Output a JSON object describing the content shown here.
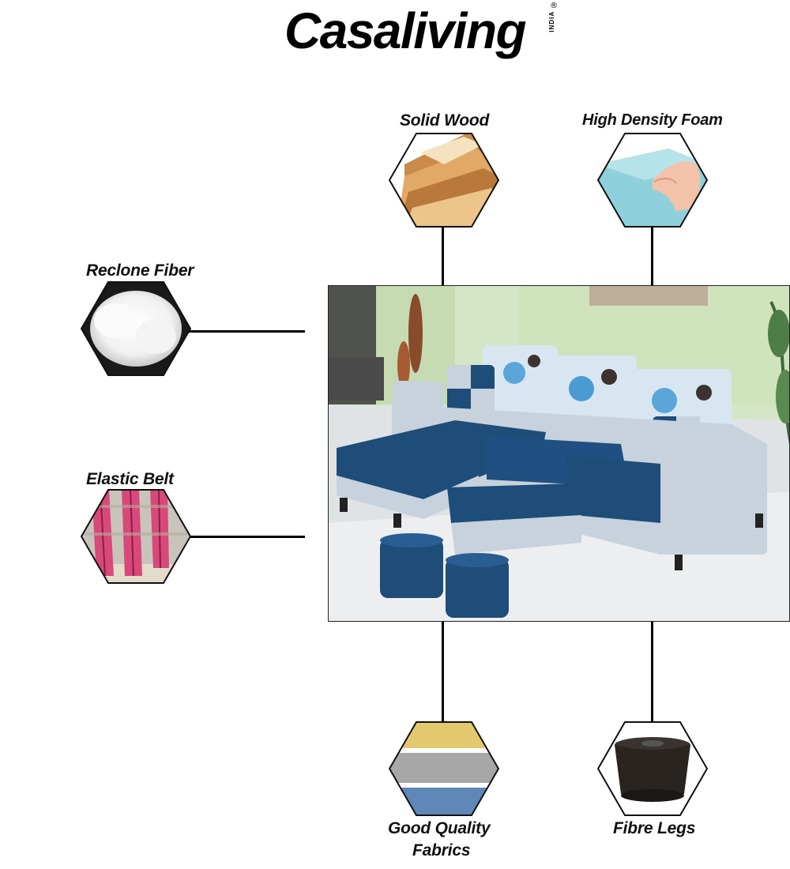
{
  "brand": {
    "name": "Casaliving",
    "sub": "INDIA",
    "reg": "®"
  },
  "features": {
    "solid_wood": "Solid Wood",
    "high_density_foam": "High Density Foam",
    "reclone_fiber": "Reclone Fiber",
    "elastic_belt": "Elastic Belt",
    "good_quality_fabrics_line1": "Good Quality",
    "good_quality_fabrics_line2": "Fabrics",
    "fibre_legs": "Fibre Legs"
  },
  "colors": {
    "sofa_blue": "#1e4d7a",
    "sofa_grey": "#c7d2dc",
    "wall_green": "#cfe3c0",
    "foam_blue": "#8ed0db",
    "belt_pink": "#d9487a"
  }
}
